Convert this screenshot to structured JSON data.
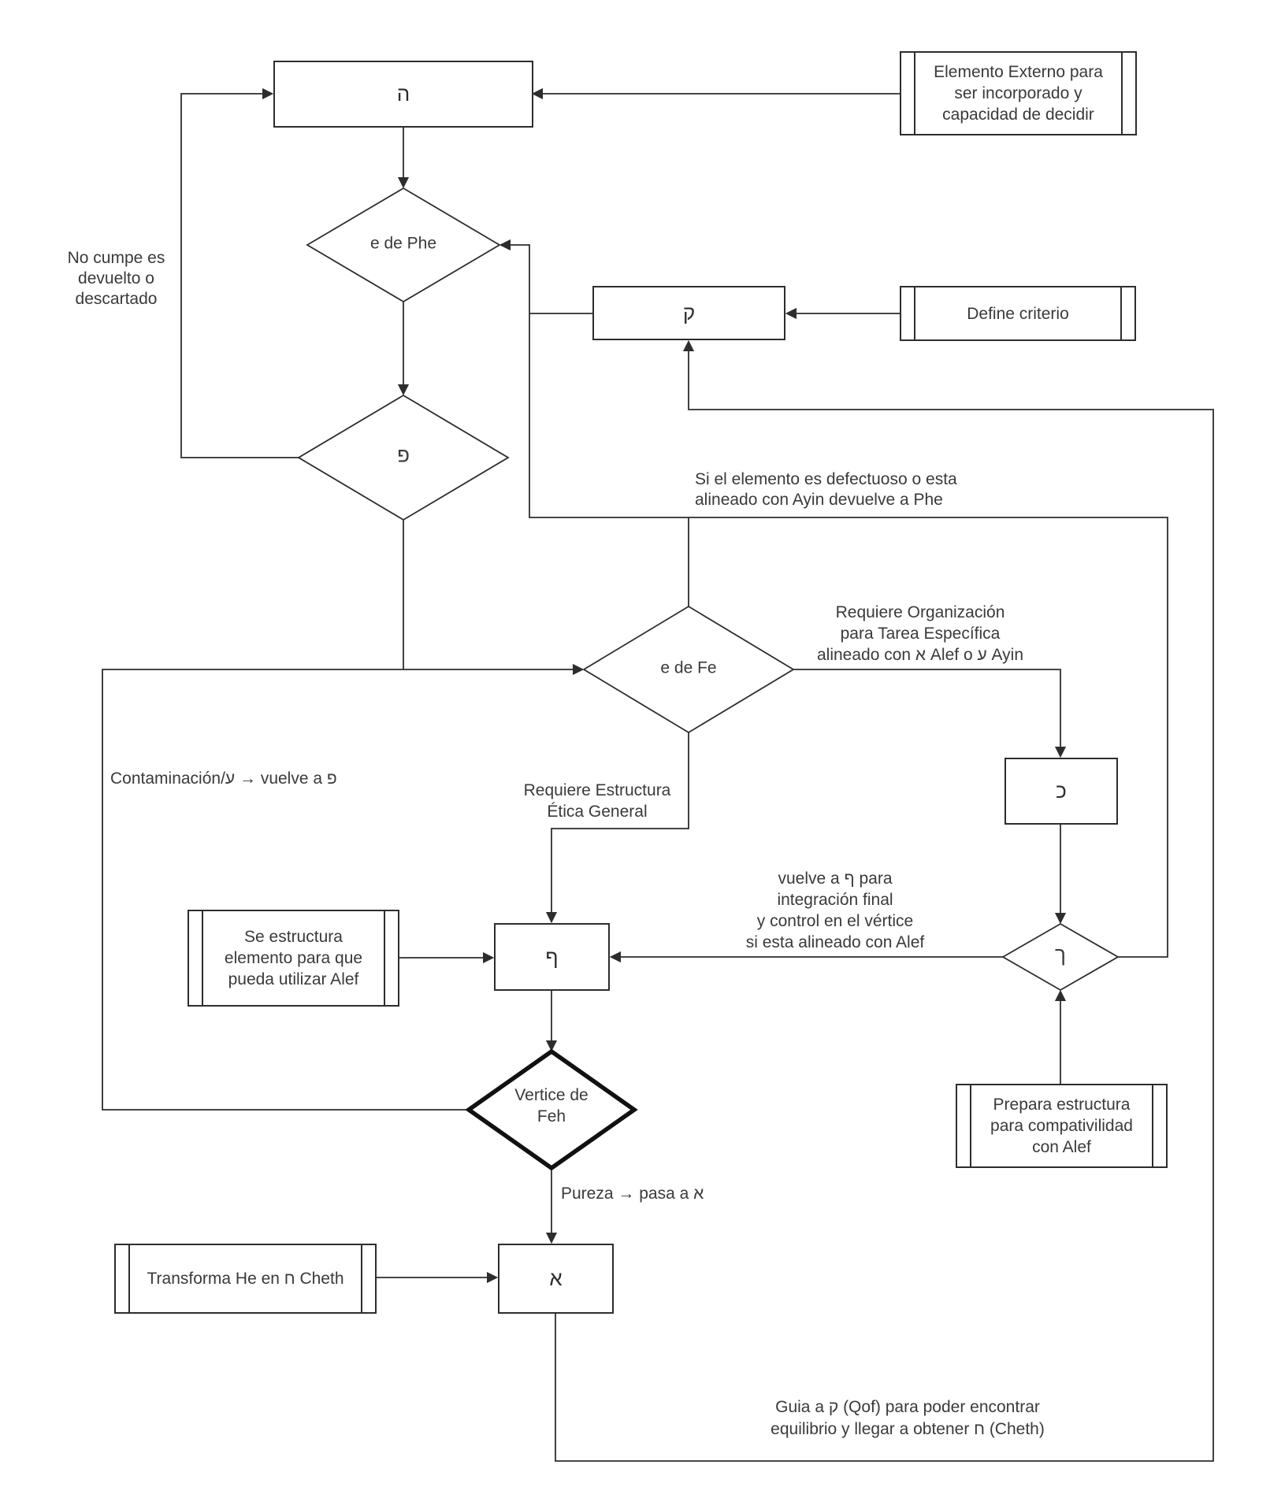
{
  "title": "Flujo de letras hebreas",
  "colors": {
    "background": "#ffffff",
    "line": "#2d2d2d",
    "text": "#3a3a3a",
    "bold_diamond": "#111111"
  },
  "nodes": {
    "he": {
      "label": "ה"
    },
    "qof": {
      "label": "ק"
    },
    "kaf": {
      "label": "כ"
    },
    "pe_final": {
      "label": "ף"
    },
    "alef": {
      "label": "א"
    },
    "elemento_externo": {
      "label": "Elemento Externo para\nser incorporado y\ncapacidad de decidir"
    },
    "define_criterio": {
      "label": "Define criterio"
    },
    "se_estructura": {
      "label": "Se estructura\nelemento para que\npueda utilizar Alef"
    },
    "transforma": {
      "label": "Transforma He en ח Cheth"
    },
    "prepara": {
      "label": "Prepara estructura\npara compativilidad\ncon  Alef"
    }
  },
  "decisions": {
    "e_de_phe": {
      "label": "e de Phe"
    },
    "pe": {
      "label": "פ"
    },
    "e_de_fe": {
      "label": "e de Fe"
    },
    "kaf_final": {
      "label": "ך"
    },
    "vertice_feh": {
      "label": "Vertice de\nFeh"
    }
  },
  "annotations": {
    "no_cumple": "No cumpe es\ndevuelto o\ndescartado",
    "si_elemento": "Si el elemento es defectuoso o esta\nalineado con Ayin devuelve a Phe",
    "requiere_org": "Requiere Organización\npara Tarea Específica\nalineado con א Alef o ע Ayin",
    "contaminacion": "Contaminación/ע → vuelve a פ",
    "requiere_estructura": "Requiere Estructura\nÉtica General",
    "vuelve_a": "vuelve a ף para\nintegración final\ny control en el vértice\nsi esta alineado con Alef",
    "pureza": "Pureza → pasa a א",
    "guia": "Guia a ק (Qof) para poder encontrar\nequilibrio y llegar a obtener ח (Cheth)"
  }
}
